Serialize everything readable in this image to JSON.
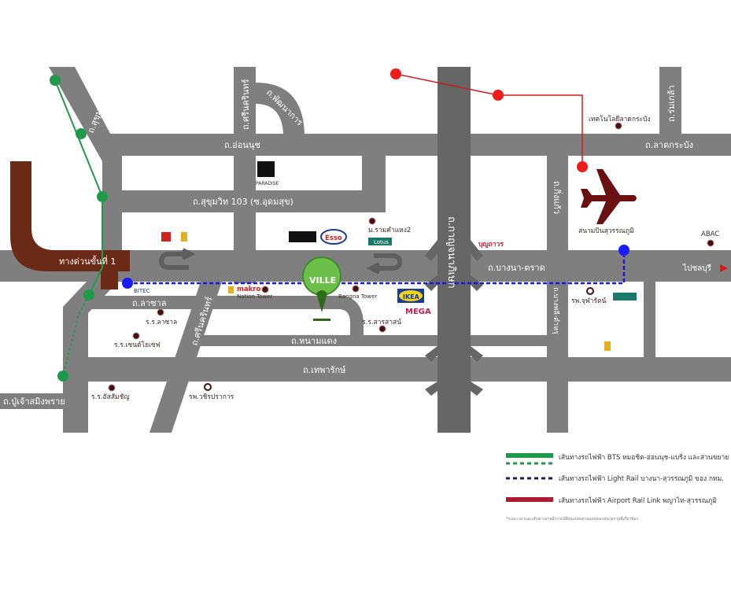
{
  "roads": {
    "sukhumvit": "ถ.สุขุมวิท",
    "srinakarin_north": "ถ.ศรีนครินทร์",
    "pattanakarn": "ถ.พัฒนาการ",
    "onnut": "ถ.อ่อนนุช",
    "sukhumvit103": "ถ.สุขุมวิท 103 (ซ.อุดมสุข)",
    "expressway": "ทางด่วนขั้นที่ 1",
    "lasalle": "ถ.ลาซาล",
    "srinakarin_south": "ถ.ศรีนครินทร์",
    "namdaeng": "ถ.หนามแดง",
    "theparak": "ถ.เทพารักษ์",
    "pujaosamingprai": "ถ.ปู่เจ้าสมิงพราย",
    "kanchanaphisek": "ถ.กาญจนาภิเษก",
    "bangna_trad": "ถ.บางนา-ตราด",
    "kingkaew": "ถ.กิ่งแก้ว",
    "ladkrabang": "ถ.ลาดกระบัง",
    "romklao": "ถ.ร่มเกล้า",
    "bangphli": "ถ.บางพลี-ตำหรุ",
    "to_chonburi": "ไปชลบุรี"
  },
  "pois": {
    "lasalle_school": "ร.ร.ลาซาล",
    "st_joseph": "ร.ร.เซนต์โยเซฟ",
    "assumption": "ร.ร.อัสสัมชัญ",
    "hospital_south": "รพ.วชิรปราการ",
    "ramkhamhaeng2": "ม.รามคำแหง2",
    "boonthavorn": "บุญถาวร",
    "sarasas": "ร.ร.สารสาสน์",
    "chularat": "รพ.จุฬารัตน์",
    "kmitl": "เทคโนโลยีลาดกระบัง",
    "airport": "สนามบินสุวรรณภูมิ",
    "abac": "ABAC",
    "bitec": "BITEC",
    "makro": "makro",
    "nation_tower": "Nation Tower",
    "bangna_tower": "Bangna Tower",
    "ikea": "IKEA",
    "mega": "MEGA",
    "esso": "Esso",
    "paradise": "PARADISE",
    "lotus": "Lotus",
    "project": "VILLE"
  },
  "legend": {
    "bts": "เส้นทางรถไฟฟ้า BTS หมอชิต-อ่อนนุช-แบริ่ง และส่วนขยาย",
    "light_rail": "เส้นทางรถไฟฟ้า Light Rail บางนา-สุวรรณภูมิ ของ กทม.",
    "airport_link": "เส้นทางรถไฟฟ้า Airport Rail Link พญาไท-สุวรรณภูมิ",
    "note": "*ระยะเวลาและเส้นทางอาจมีการเปลี่ยนแปลงตามแผนของหน่วยงานที่เกี่ยวข้อง"
  },
  "colors": {
    "road": "#7f7f7f",
    "highway": "#666666",
    "expressway": "#6b2a16",
    "bts": "#1f9a4a",
    "light_rail": "#1a1acc",
    "airport_link": "#e01818",
    "pin": "#6cc04a"
  }
}
